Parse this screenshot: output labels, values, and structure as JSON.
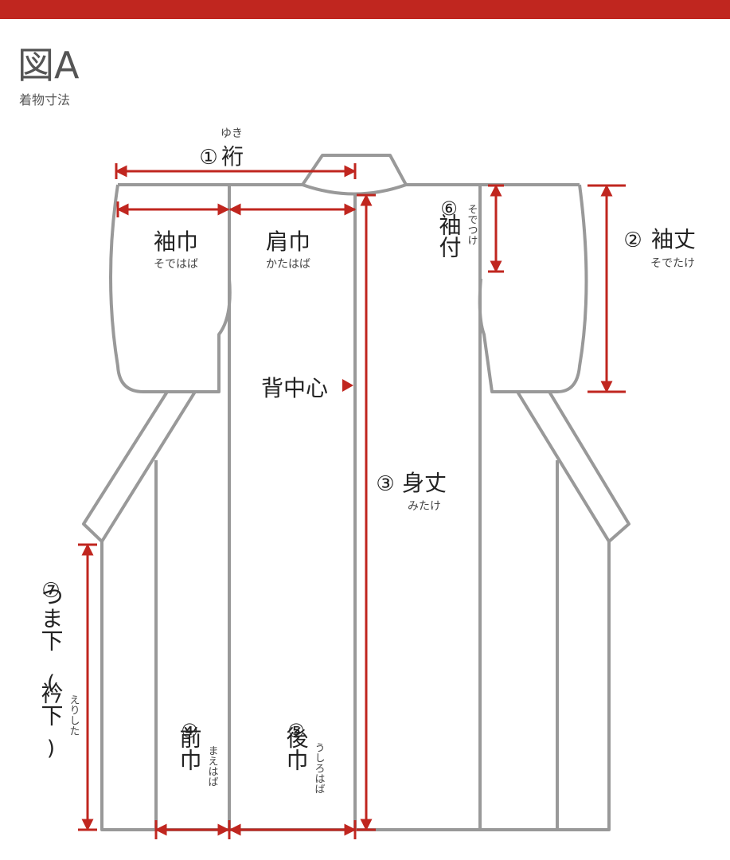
{
  "figure": {
    "title": "図A",
    "subtitle": "着物寸法"
  },
  "labels": {
    "yuki": {
      "num": "①",
      "text": "裄",
      "ruby": "ゆき"
    },
    "sodetake": {
      "num": "②",
      "text": "袖丈",
      "ruby": "そでたけ"
    },
    "mitake": {
      "num": "③",
      "text": "身丈",
      "ruby": "みたけ"
    },
    "maehaba": {
      "num": "④",
      "text": "前巾",
      "ruby": "まえはば"
    },
    "ushirohaba": {
      "num": "⑤",
      "text": "後巾",
      "ruby": "うしろはば"
    },
    "sodetsuke": {
      "num": "⑥",
      "text": "袖付",
      "ruby": "そでつけ"
    },
    "tsumashita": {
      "num": "⑦",
      "text": "つま下",
      "paren_open": "(",
      "paren_text": "衿下",
      "paren_close": ")",
      "ruby": "えりした"
    },
    "sodehaba": {
      "text": "袖巾",
      "ruby": "そではば"
    },
    "katahaba": {
      "text": "肩巾",
      "ruby": "かたはば"
    },
    "senakashin": {
      "text": "背中心"
    }
  },
  "colors": {
    "accent": "#c0261f",
    "outline": "#999999",
    "text": "#222222"
  }
}
